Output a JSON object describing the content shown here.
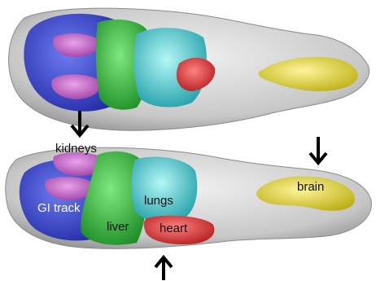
{
  "labels": {
    "kidneys": "kidneys",
    "gi_track": "GI track",
    "liver": "liver",
    "lungs": "lungs",
    "heart": "heart",
    "brain": "brain"
  },
  "colors": {
    "background": "#ffffff",
    "body": "#c9c9c9",
    "gi_track": "#3d4ad8",
    "kidneys": "#c46ac6",
    "liver": "#2fbf3a",
    "lungs": "#35c9cf",
    "heart": "#e04040",
    "brain": "#e5dc2d",
    "arrow": "#000000"
  },
  "icons": [
    "down-arrow-icon",
    "up-arrow-icon"
  ]
}
